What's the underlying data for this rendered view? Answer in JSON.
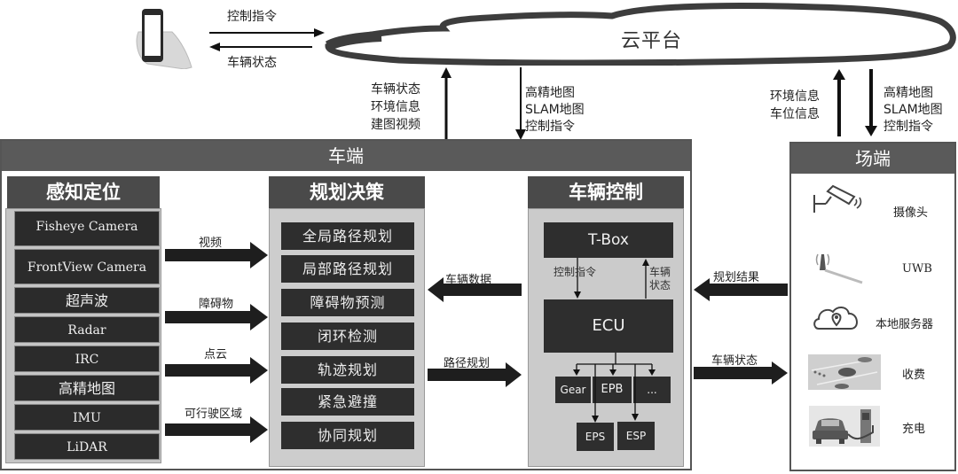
{
  "cloud": {
    "title": "云平台"
  },
  "phone_link": {
    "to_cloud": "控制指令",
    "from_cloud": "车辆状态"
  },
  "vehicle_cloud_link": {
    "up_labels": [
      "车辆状态",
      "环境信息",
      "建图视频"
    ],
    "down_labels": [
      "高精地图",
      "SLAM地图",
      "控制指令"
    ]
  },
  "field_cloud_link": {
    "up_labels": [
      "环境信息",
      "车位信息"
    ],
    "down_labels": [
      "高精地图",
      "SLAM地图",
      "控制指令"
    ]
  },
  "vehicle_end": {
    "title": "车端",
    "perception": {
      "title": "感知定位",
      "sensors": [
        "Fisheye Camera",
        "FrontView Camera",
        "超声波",
        "Radar",
        "IRC",
        "高精地图",
        "IMU",
        "LiDAR"
      ]
    },
    "perception_to_planning": [
      "视频",
      "障碍物",
      "点云",
      "可行驶区域"
    ],
    "planning": {
      "title": "规划决策",
      "items": [
        "全局路径规划",
        "局部路径规划",
        "障碍物预测",
        "闭环检测",
        "轨迹规划",
        "紧急避撞",
        "协同规划"
      ]
    },
    "control_to_planning": "车辆数据",
    "planning_to_control": "路径规划",
    "control": {
      "title": "车辆控制",
      "tbox": "T-Box",
      "ecu": "ECU",
      "down_label": "控制指令",
      "up_label": "车辆状态",
      "actuators_row1": [
        "Gear",
        "EPB",
        "..."
      ],
      "actuators_row2": [
        "EPS",
        "ESP"
      ]
    }
  },
  "field_to_vehicle": "规划结果",
  "vehicle_to_field": "车辆状态",
  "field_end": {
    "title": "场端",
    "items": [
      {
        "label": "摄像头",
        "icon": "camera-icon"
      },
      {
        "label": "UWB",
        "icon": "antenna-icon"
      },
      {
        "label": "本地服务器",
        "icon": "cloud-location-icon"
      },
      {
        "label": "收费",
        "icon": "parking-lot-icon"
      },
      {
        "label": "充电",
        "icon": "ev-charger-icon"
      }
    ]
  }
}
